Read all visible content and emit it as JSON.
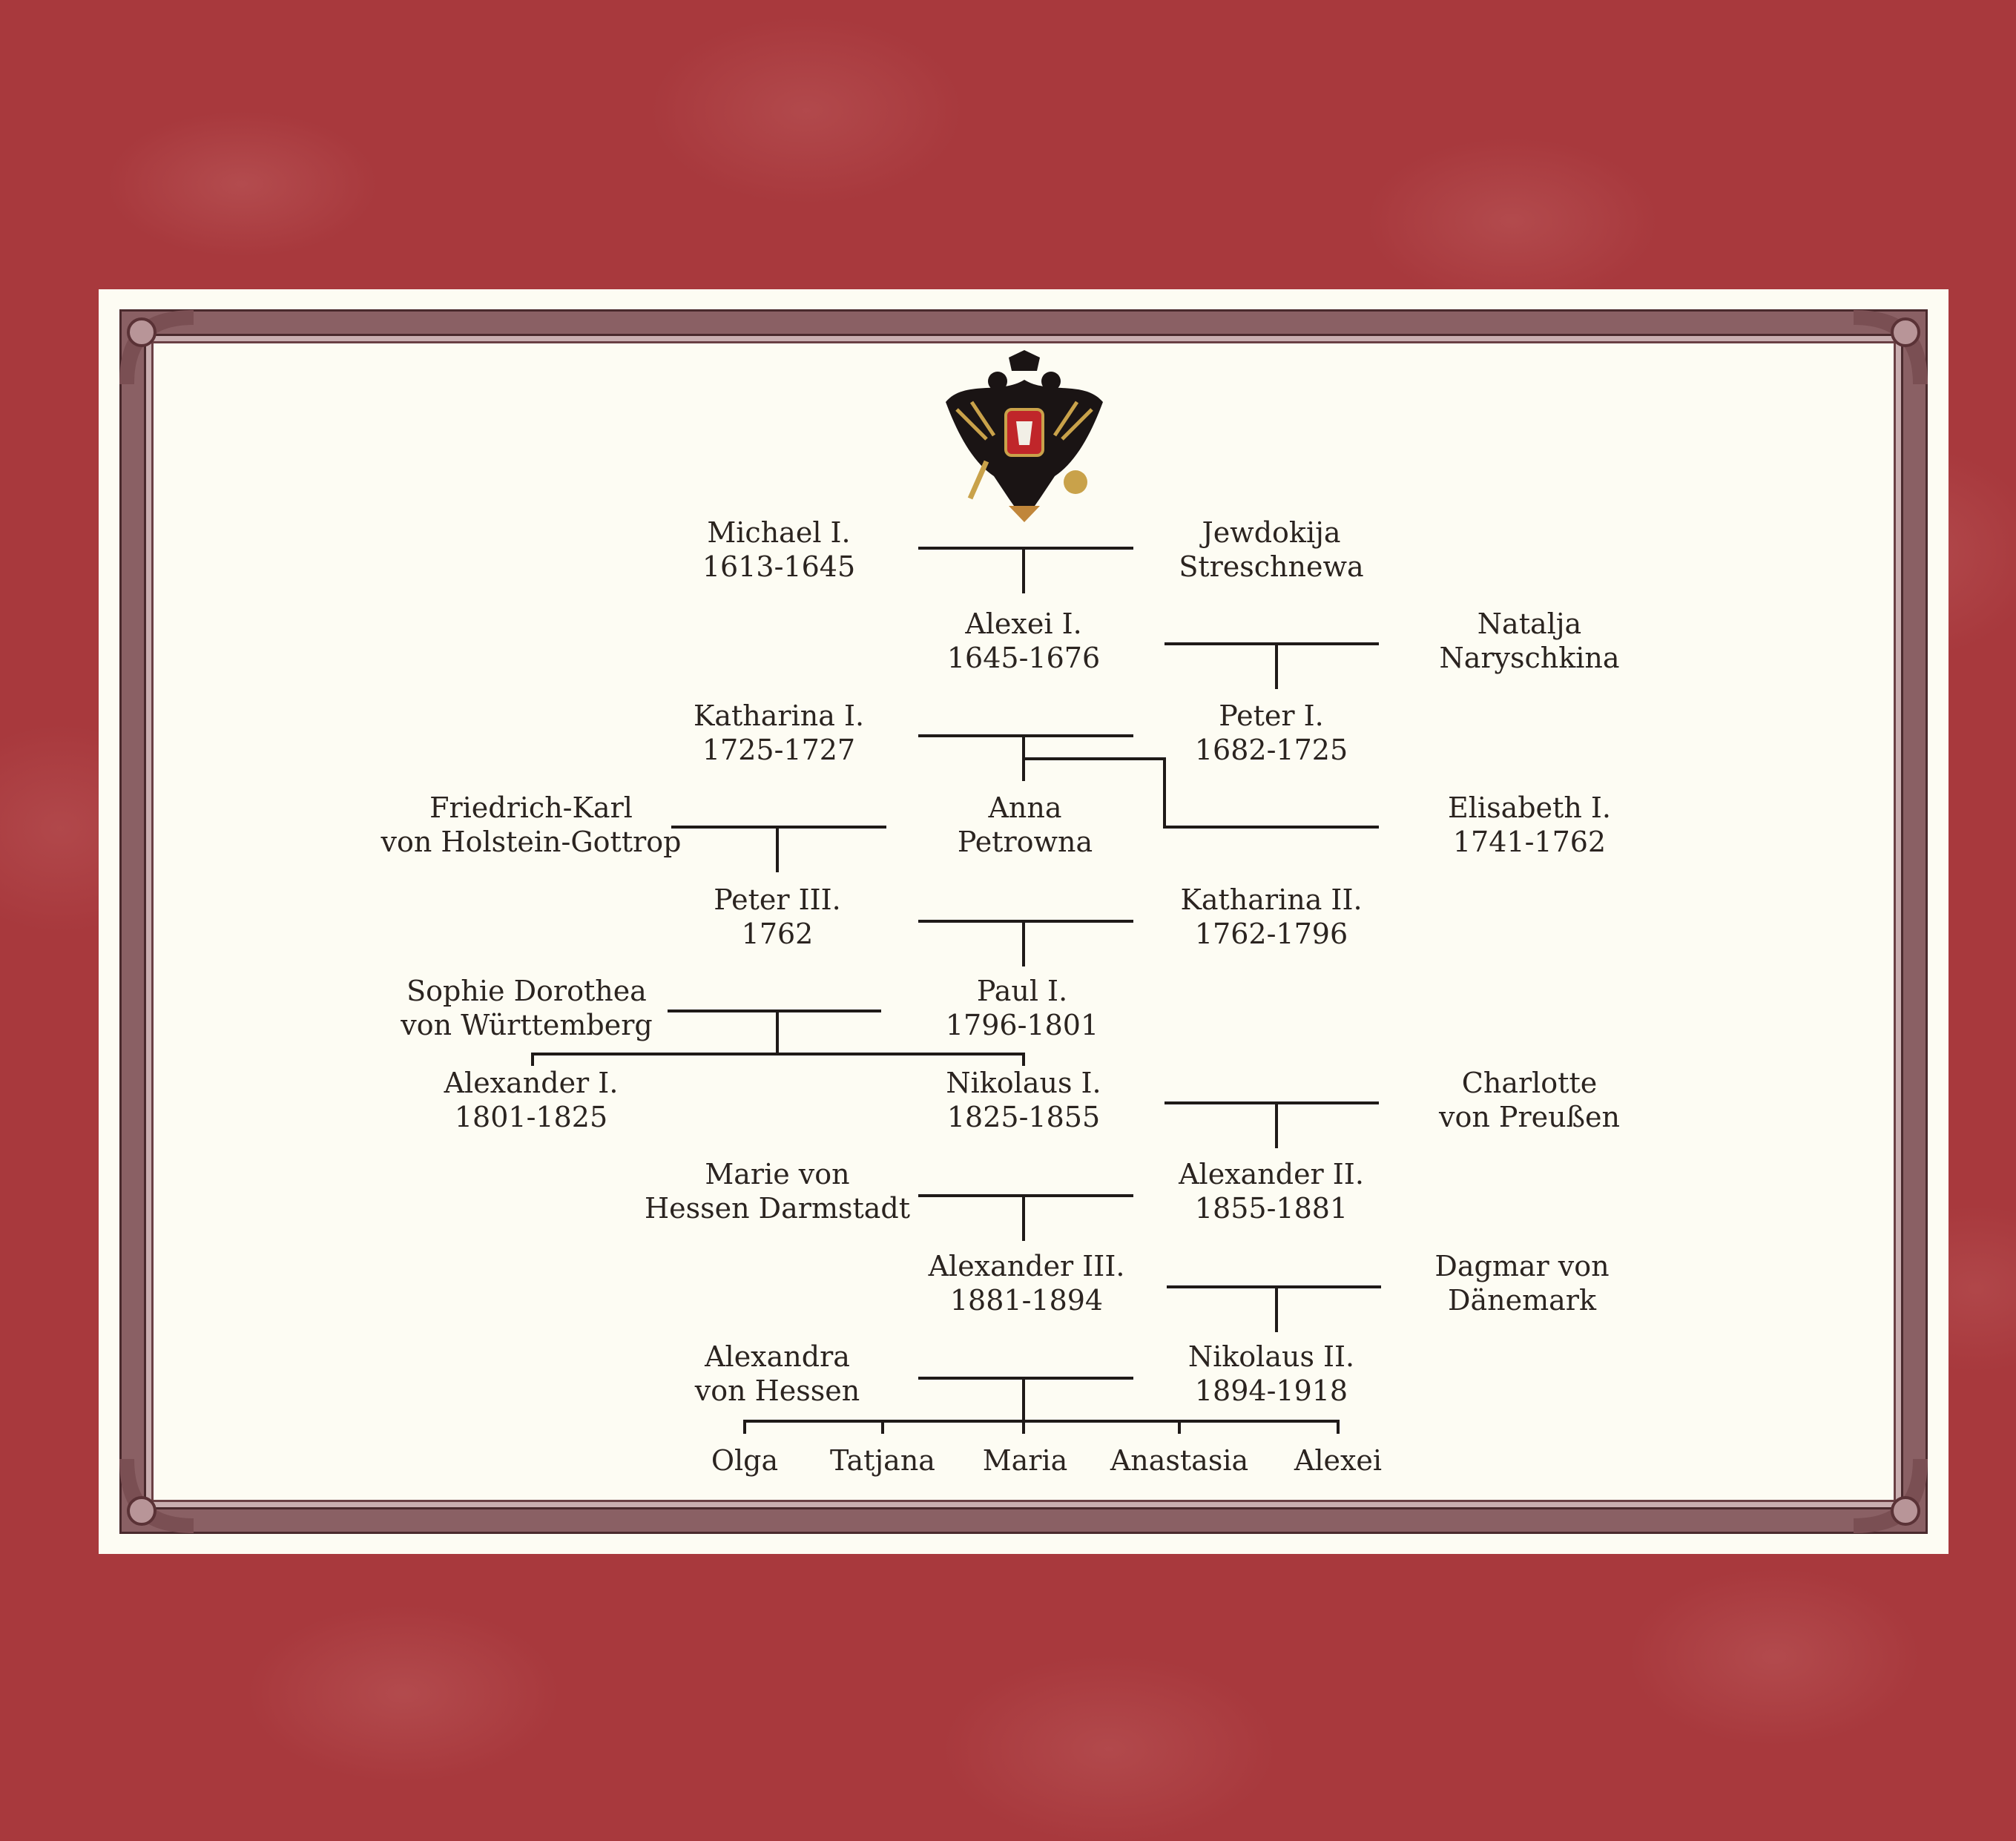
{
  "emblem": "double-headed-eagle-coat-of-arms",
  "colors": {
    "background": "#a8393d",
    "sheet": "#fdfcf3",
    "frame": "#8a6064",
    "ink": "#2b2420"
  },
  "people": {
    "michael1": {
      "name": "Michael I.",
      "years": "1613-1645"
    },
    "jewdokija": {
      "name": "Jewdokija",
      "years": "Streschnewa"
    },
    "alexei1": {
      "name": "Alexei I.",
      "years": "1645-1676"
    },
    "natalja": {
      "name": "Natalja",
      "years": "Naryschkina"
    },
    "katharina1": {
      "name": "Katharina I.",
      "years": "1725-1727"
    },
    "peter1": {
      "name": "Peter I.",
      "years": "1682-1725"
    },
    "friedrich": {
      "name": "Friedrich-Karl",
      "years": "von Holstein-Gottrop"
    },
    "anna": {
      "name": "Anna",
      "years": "Petrowna"
    },
    "elisabeth1": {
      "name": "Elisabeth I.",
      "years": "1741-1762"
    },
    "peter3": {
      "name": "Peter III.",
      "years": "1762"
    },
    "katharina2": {
      "name": "Katharina II.",
      "years": "1762-1796"
    },
    "sophie": {
      "name": "Sophie Dorothea",
      "years": "von Württemberg"
    },
    "paul1": {
      "name": "Paul I.",
      "years": "1796-1801"
    },
    "alexander1": {
      "name": "Alexander I.",
      "years": "1801-1825"
    },
    "nikolaus1": {
      "name": "Nikolaus I.",
      "years": "1825-1855"
    },
    "charlotte": {
      "name": "Charlotte",
      "years": "von Preußen"
    },
    "marie": {
      "name": "Marie von",
      "years": "Hessen Darmstadt"
    },
    "alexander2": {
      "name": "Alexander II.",
      "years": "1855-1881"
    },
    "alexander3": {
      "name": "Alexander III.",
      "years": "1881-1894"
    },
    "dagmar": {
      "name": "Dagmar von",
      "years": "Dänemark"
    },
    "alexandra": {
      "name": "Alexandra",
      "years": "von Hessen"
    },
    "nikolaus2": {
      "name": "Nikolaus II.",
      "years": "1894-1918"
    }
  },
  "children": [
    "Olga",
    "Tatjana",
    "Maria",
    "Anastasia",
    "Alexei"
  ]
}
